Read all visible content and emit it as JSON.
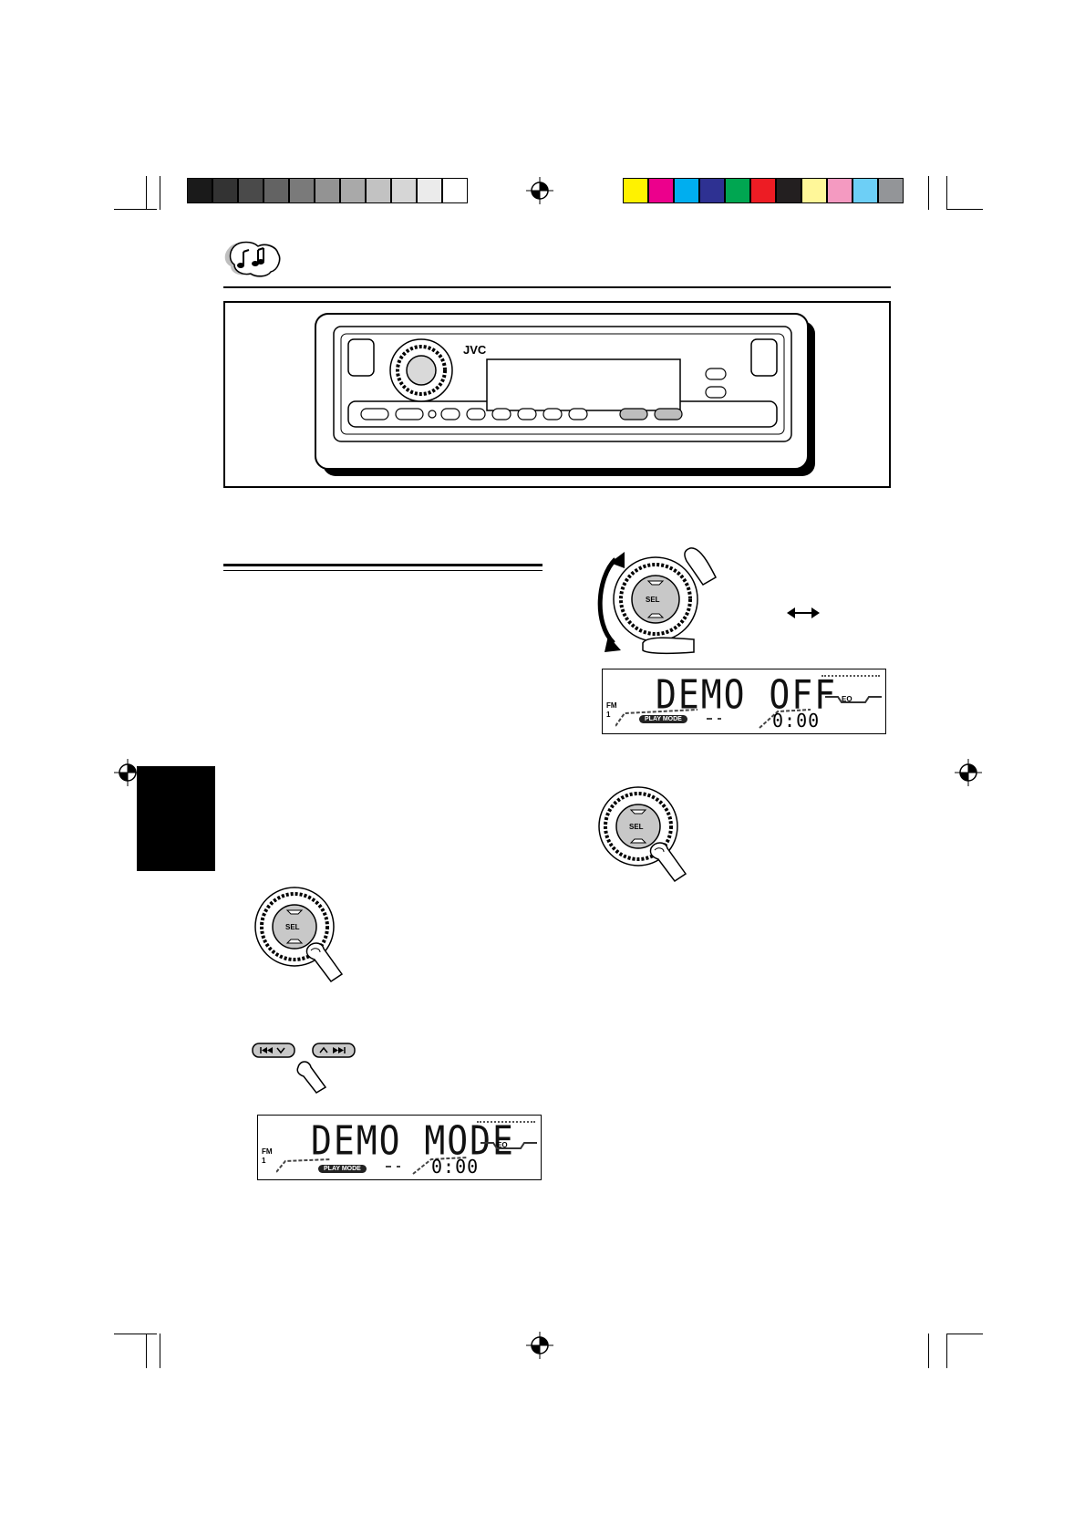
{
  "brand": {
    "logo_text": "JVC"
  },
  "colors": {
    "gray_bar": [
      "#1a1a1a",
      "#333333",
      "#4a4a4a",
      "#636363",
      "#7a7a7a",
      "#939393",
      "#a9a9a9",
      "#c2c2c2",
      "#d6d6d6",
      "#ebebeb",
      "#ffffff"
    ],
    "color_bar": [
      "#fff200",
      "#ec008c",
      "#00aeef",
      "#2e3192",
      "#00a651",
      "#ed1c24",
      "#231f20",
      "#fff799",
      "#f49ac1",
      "#6dcff6",
      "#939598"
    ]
  },
  "icons": {
    "header": "music-notes-icon",
    "registration": "registration-crosshair-icon"
  },
  "control_knob": {
    "label": "SEL"
  },
  "seek_buttons": {
    "prev_icon": "prev-down-icon",
    "next_icon": "up-next-icon"
  },
  "display_demo_mode": {
    "main_text": "DEMO MODE",
    "band": "FM",
    "preset": "1",
    "play_mode_label": "PLAY MODE",
    "eq_label": "EQ",
    "digits": "0:00"
  },
  "display_demo_off": {
    "main_text": "DEMO OFF",
    "band": "FM",
    "preset": "1",
    "play_mode_label": "PLAY MODE",
    "eq_label": "EQ",
    "digits": "0:00"
  }
}
